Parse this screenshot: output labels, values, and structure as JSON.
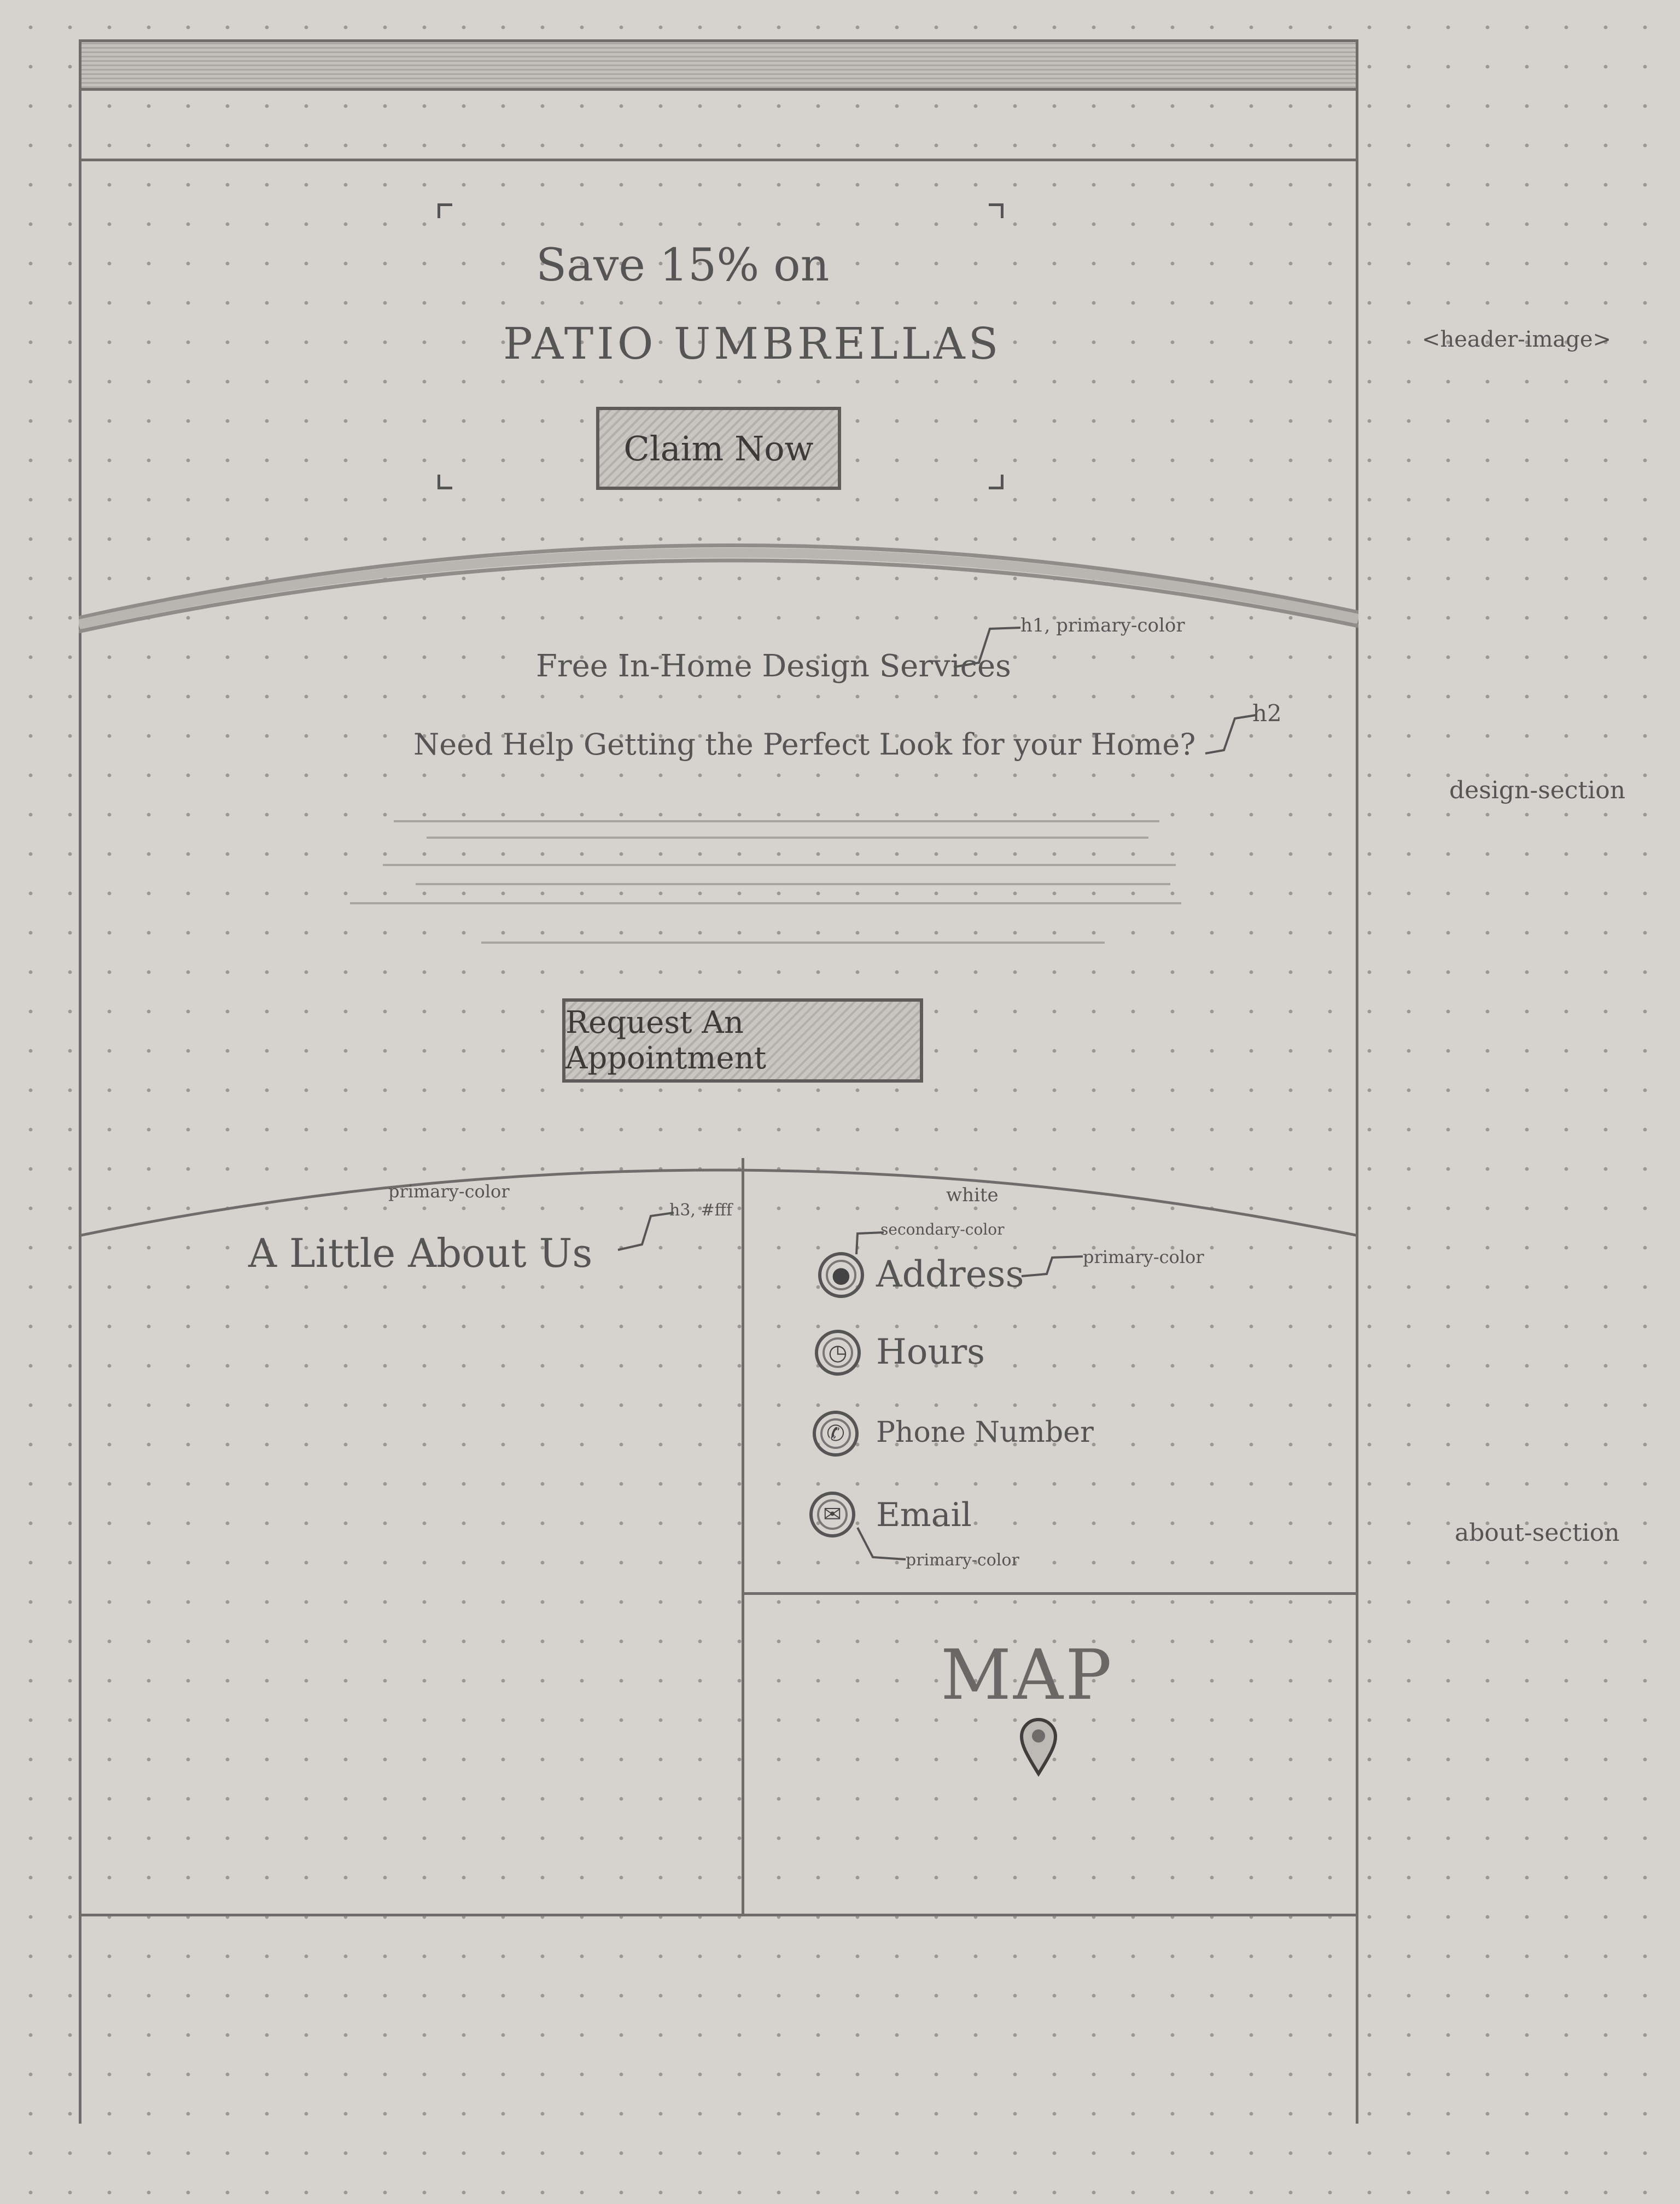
{
  "hero": {
    "title_line1": "Save 15% on",
    "title_line2": "PATIO UMBRELLAS",
    "cta": "Claim Now"
  },
  "design": {
    "h1": "Free In-Home Design Services",
    "h2": "Need Help Getting the Perfect Look for your Home?",
    "cta": "Request An Appointment"
  },
  "about": {
    "heading": "A Little About Us",
    "contact": [
      {
        "label": "Address",
        "icon": "map-pin-icon"
      },
      {
        "label": "Hours",
        "icon": "clock-icon"
      },
      {
        "label": "Phone Number",
        "icon": "phone-icon"
      },
      {
        "label": "Email",
        "icon": "envelope-icon"
      }
    ],
    "map_label": "MAP"
  },
  "annotations": {
    "header_image": "<header-image>",
    "design_section": "design-section",
    "about_section": "about-section",
    "h1_note": "h1, primary-color",
    "h2_note": "h2",
    "left_bg_note": "primary-color",
    "right_bg_note": "white",
    "h3_note": "h3, #fff",
    "secondary_note": "secondary-color",
    "address_note": "primary-color",
    "email_note": "primary-color"
  }
}
